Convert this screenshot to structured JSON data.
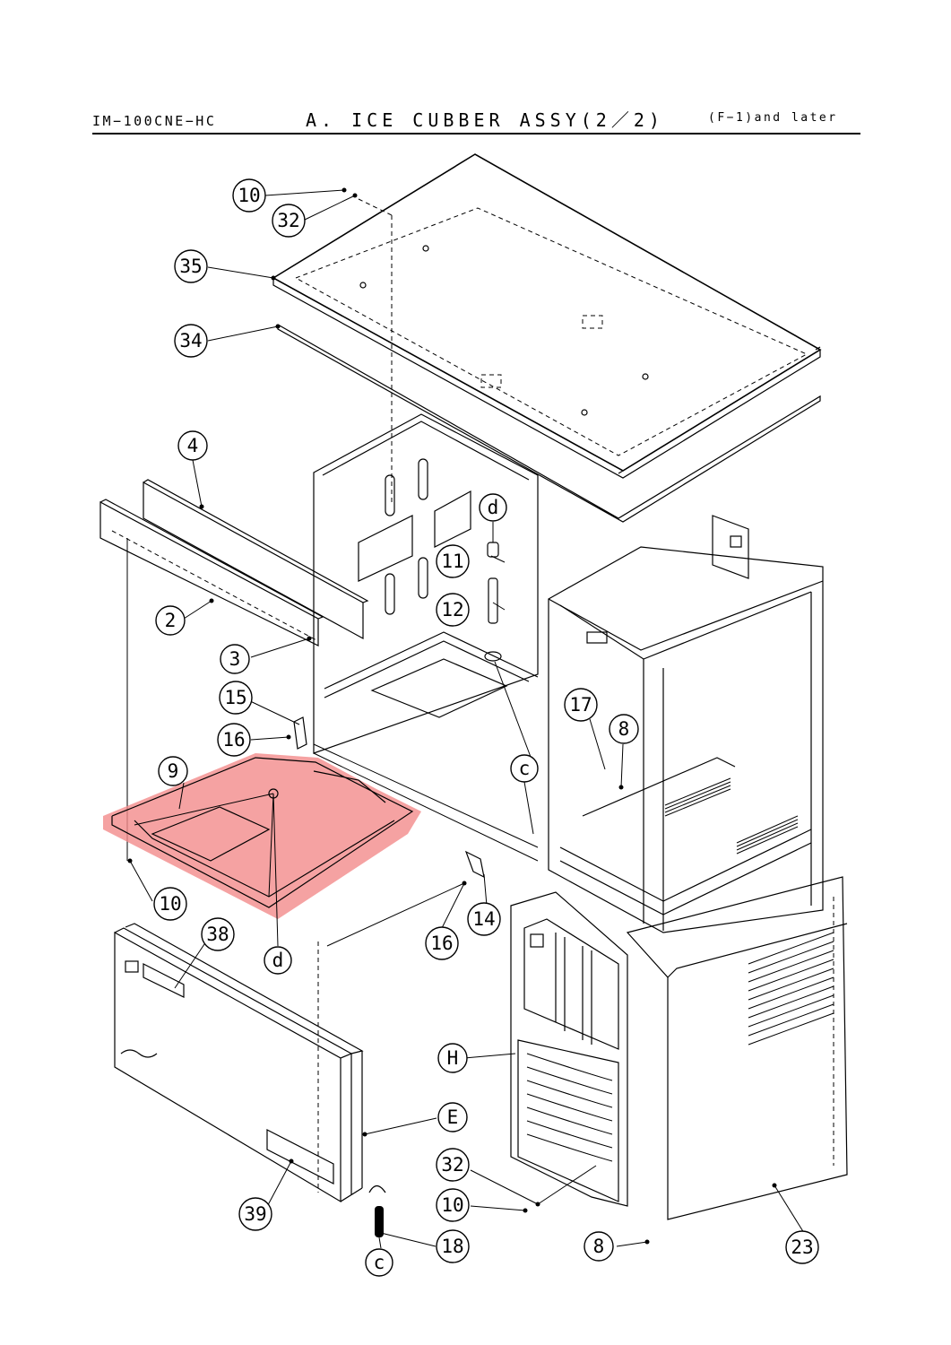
{
  "header": {
    "model": "IM−100CNE−HC",
    "title": "A. ICE CUBBER ASSY(2／2)",
    "range": "(F−1)and later"
  },
  "colors": {
    "highlight": "#f28b8b",
    "line": "#000000"
  },
  "callouts": {
    "c10_top": "10",
    "c32_top": "32",
    "c35": "35",
    "c34": "34",
    "c4": "4",
    "c2": "2",
    "c3": "3",
    "c15": "15",
    "c16_left": "16",
    "c9": "9",
    "c10_left": "10",
    "d_top": "d",
    "c11": "11",
    "c12": "12",
    "c17": "17",
    "c8_top": "8",
    "c_mid": "c",
    "c16_mid": "16",
    "c14": "14",
    "d_bottom": "d",
    "c38": "38",
    "H": "H",
    "E": "E",
    "c32_bottom": "32",
    "c10_bottom": "10",
    "c18": "18",
    "c_bottom": "c",
    "c39": "39",
    "c8_bottom": "8",
    "c23": "23"
  }
}
